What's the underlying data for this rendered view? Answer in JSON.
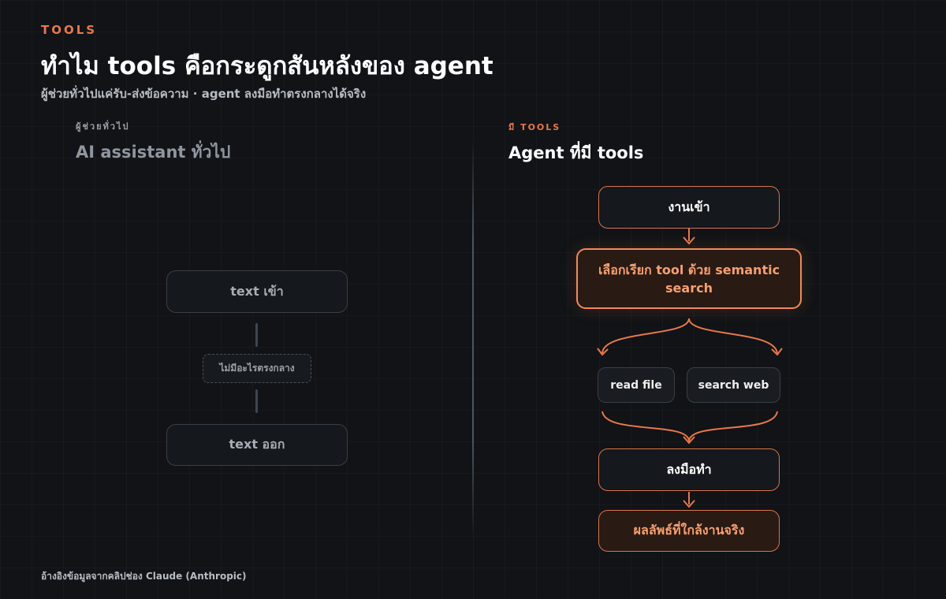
{
  "header": {
    "eyebrow": "TOOLS",
    "title": "ทำไม tools คือกระดูกสันหลังของ agent",
    "subtitle": "ผู้ช่วยทั่วไปแค่รับ-ส่งข้อความ · agent ลงมือทำตรงกลางได้จริง"
  },
  "left": {
    "eyebrow": "ผู้ช่วยทั่วไป",
    "title": "AI assistant ทั่วไป",
    "input": "text เข้า",
    "middle": "ไม่มีอะไรตรงกลาง",
    "output": "text ออก"
  },
  "right": {
    "eyebrow": "มี TOOLS",
    "title": "Agent ที่มี tools",
    "input": "งานเข้า",
    "select": "เลือกเรียก tool ด้วย semantic search",
    "tools": [
      "read file",
      "search web"
    ],
    "act": "ลงมือทำ",
    "result": "ผลลัพธ์ที่ใกล้งานจริง"
  },
  "footer": {
    "note": "อ้างอิงข้อมูลจากคลิปช่อง Claude (Anthropic)"
  },
  "colors": {
    "accent": "#e8784a",
    "accent_light": "#f6a070",
    "background": "#111316"
  }
}
